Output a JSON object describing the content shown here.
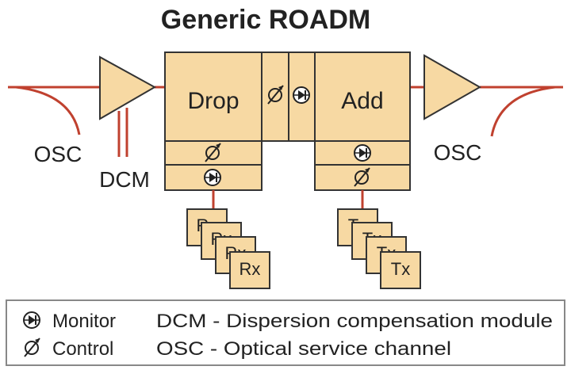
{
  "title": "Generic ROADM",
  "blocks": {
    "drop": "Drop",
    "add": "Add"
  },
  "labels": {
    "osc_left": "OSC",
    "osc_right": "OSC",
    "dcm": "DCM"
  },
  "receivers": [
    "Rx",
    "Rx",
    "Rx",
    "Rx"
  ],
  "transmitters": [
    "Tx",
    "Tx",
    "Tx",
    "Tx"
  ],
  "legend": {
    "monitor": "Monitor",
    "control": "Control",
    "dcm_def": "DCM - Dispersion compensation module",
    "osc_def": "OSC - Optical service channel"
  },
  "colors": {
    "box_fill": "#f7d9a3",
    "line": "#c0412f",
    "outline": "#333333"
  },
  "icons": {
    "monitor": "monitor-icon",
    "control": "control-icon"
  }
}
